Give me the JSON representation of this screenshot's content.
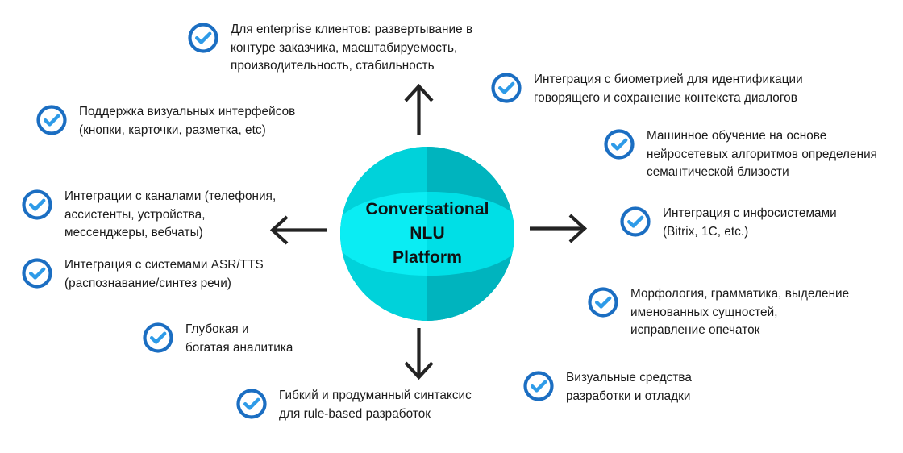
{
  "center": {
    "title_lines": [
      "Conversational",
      "NLU",
      "Platform"
    ],
    "colors": {
      "left": "#00d2da",
      "right": "#00b4be",
      "band": "#0aedf3",
      "band_right": "#00dfe6"
    }
  },
  "icons": {
    "check": "check-circle-icon",
    "arrow_up": "arrow-up-icon",
    "arrow_down": "arrow-down-icon",
    "arrow_left": "arrow-left-icon",
    "arrow_right": "arrow-right-icon"
  },
  "colors": {
    "check_ring": "#1b6ec2",
    "check_mark": "#2e9be8",
    "arrow": "#232323",
    "text": "#1a1a1a"
  },
  "features": [
    {
      "id": "enterprise-deployment",
      "text": "Для enterprise клиентов: развертывание в\nконтуре заказчика, масштабируемость,\nпроизводительность, стабильность"
    },
    {
      "id": "biometrics-integration",
      "text": "Интеграция с биометрией для идентификации\nговорящего и сохранение контекста диалогов"
    },
    {
      "id": "machine-learning",
      "text": "Машинное обучение на основе\nнейросетевых алгоритмов определения\nсемантической близости"
    },
    {
      "id": "infosystems-integration",
      "text": "Интеграция с инфосистемами\n(Bitrix, 1C, etc.)"
    },
    {
      "id": "morphology-grammar",
      "text": "Морфология, грамматика, выделение\nименованных сущностей,\nисправление опечаток"
    },
    {
      "id": "visual-dev-tools",
      "text": "Визуальные средства\n разработки и отладки"
    },
    {
      "id": "flexible-syntax",
      "text": "Гибкий и продуманный синтаксис\nдля rule-based разработок"
    },
    {
      "id": "deep-analytics",
      "text": "Глубокая и\nбогатая аналитика"
    },
    {
      "id": "asr-tts-integration",
      "text": "Интеграция с системами ASR/TTS\n (распознавание/синтез речи)"
    },
    {
      "id": "channels-integration",
      "text": "Интеграции с каналами (телефония,\nассистенты, устройства,\nмессенджеры, вебчаты)"
    },
    {
      "id": "visual-interfaces",
      "text": "Поддержка визуальных интерфейсов\n(кнопки, карточки, разметка, etc)"
    }
  ]
}
